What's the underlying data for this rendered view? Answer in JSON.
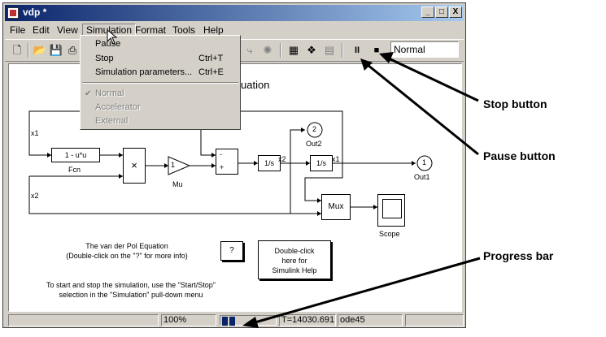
{
  "window": {
    "title": "vdp *",
    "buttons": [
      "_",
      "□",
      "X"
    ]
  },
  "menubar": [
    "File",
    "Edit",
    "View",
    "Simulation",
    "Format",
    "Tools",
    "Help"
  ],
  "simulation_menu": {
    "pause": "Pause",
    "stop": "Stop",
    "stop_shortcut": "Ctrl+T",
    "params": "Simulation parameters...",
    "params_shortcut": "Ctrl+E",
    "normal": "Normal",
    "accelerator": "Accelerator",
    "external": "External"
  },
  "toolbar": {
    "mode": "Normal",
    "pause_glyph": "II",
    "stop_glyph": "■"
  },
  "model": {
    "title_fragment": "uation",
    "blocks": {
      "fcn_expr": "1 - u*u",
      "fcn": "Fcn",
      "product": "×",
      "mu_gain": "1",
      "mu": "Mu",
      "sum_minus": "-",
      "sum_plus": "+",
      "int1": "1/s",
      "int2": "1/s",
      "out2_num": "2",
      "out2": "Out2",
      "out1_num": "1",
      "out1": "Out1",
      "mux": "Mux",
      "scope": "Scope"
    },
    "signals": {
      "x1_top": "x1",
      "x2_left": "x2",
      "x2_mid": "x2",
      "x1_mid": "x1"
    },
    "help_btn": "?",
    "doubleclick": [
      "Double-click",
      "here for",
      "Simulink Help"
    ],
    "desc": [
      "The van der Pol Equation",
      "(Double-click on the \"?\" for more info)"
    ],
    "instructions": [
      "To start and stop the simulation, use the \"Start/Stop\"",
      "selection in the \"Simulation\" pull-down menu"
    ]
  },
  "status": {
    "zoom": "100%",
    "progress_fraction": 0.3,
    "time": "T=14030.691",
    "solver": "ode45"
  },
  "annotations": {
    "stop": "Stop button",
    "pause": "Pause button",
    "progress": "Progress bar"
  }
}
